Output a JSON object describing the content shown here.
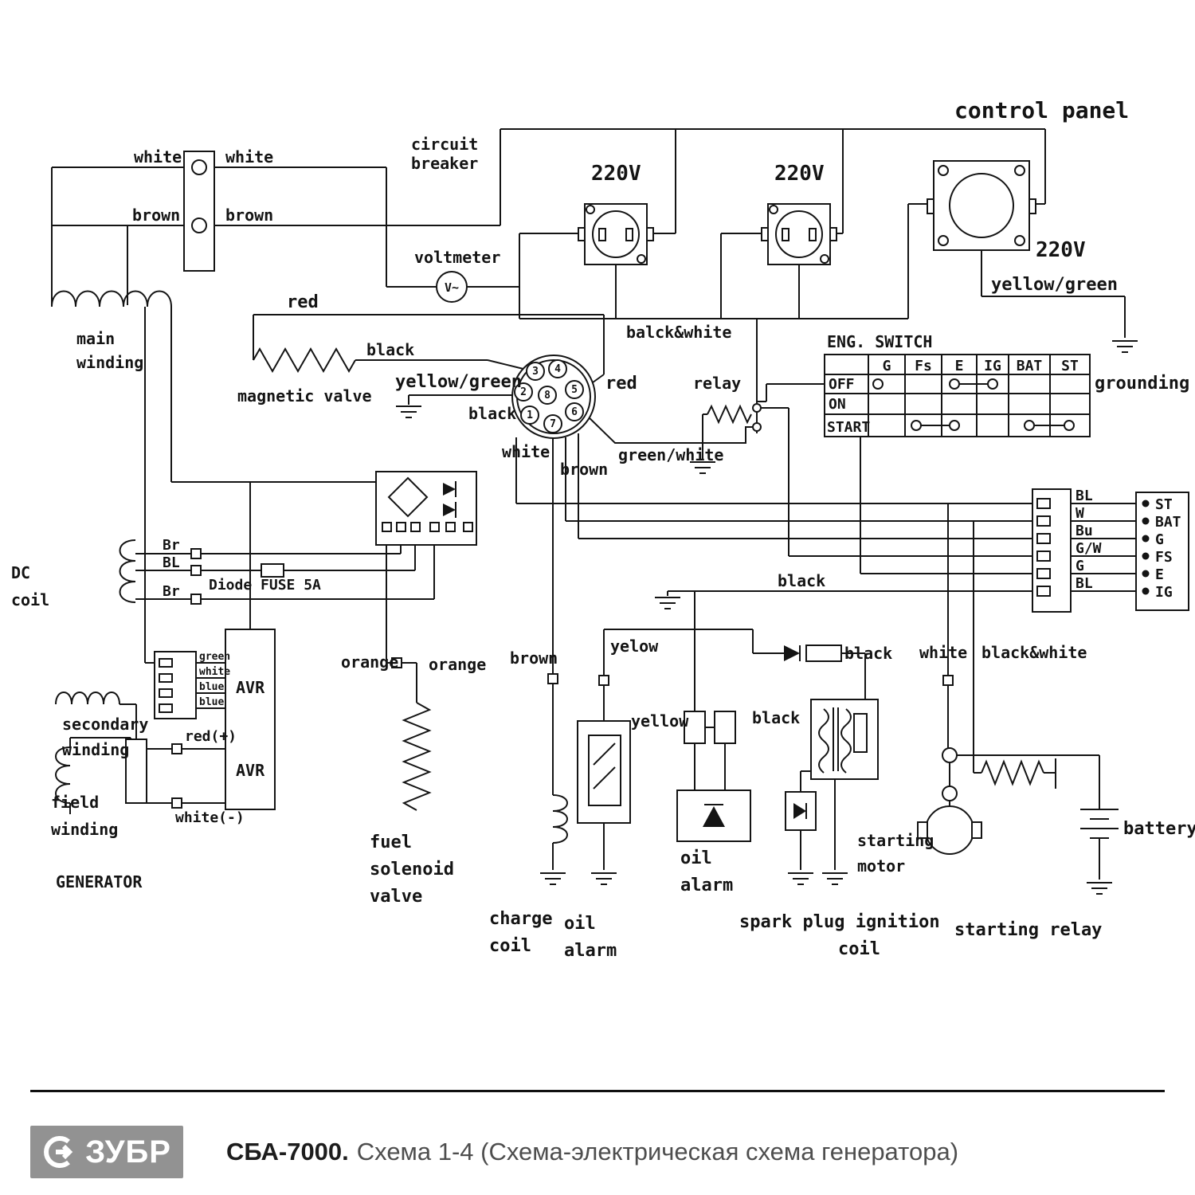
{
  "colors": {
    "ink": "#141414",
    "logo_bg": "#929292"
  },
  "labels": {
    "control_panel": "control panel",
    "white_a": "white",
    "white_b": "white",
    "brown_a": "brown",
    "brown_b": "brown",
    "circuit": "circuit",
    "breaker": "breaker",
    "voltmeter": "voltmeter",
    "volt_symbol": "V~",
    "v220_a": "220V",
    "v220_b": "220V",
    "v220_c": "220V",
    "yellow_green_top": "yellow/green",
    "grounding": "grounding",
    "red_top": "red",
    "black_valve": "black",
    "magnetic_valve": "magnetic valve",
    "yellow_green_mid": "yellow/green",
    "black_conn": "black",
    "white_conn": "white",
    "brown_conn": "brown",
    "red_conn": "red",
    "green_white": "green/white",
    "relay": "relay",
    "balck_white": "balck&white",
    "main_1": "main",
    "main_2": "winding",
    "dc_1": "DC",
    "dc_2": "coil",
    "br_a": "Br",
    "bl": "BL",
    "br_b": "Br",
    "diode_fuse": "Diode FUSE 5A",
    "pin_green": "green",
    "pin_white": "white",
    "pin_blue_1": "blue",
    "pin_blue_2": "blue",
    "avr_a": "AVR",
    "avr_b": "AVR",
    "secondary_1": "secondary",
    "secondary_2": "winding",
    "red_plus": "red(+)",
    "white_minus": "white(-)",
    "field_1": "field",
    "field_2": "winding",
    "generator": "GENERATOR",
    "orange_a": "orange",
    "orange_b": "orange",
    "fuel_1": "fuel",
    "fuel_2": "solenoid",
    "fuel_3": "valve",
    "brown_mid": "brown",
    "charge_1": "charge",
    "charge_2": "coil",
    "oil_sensor_1": "oil",
    "oil_sensor_2": "alarm",
    "yelow": "yelow",
    "yellow_mid": "yellow",
    "black_mid": "black",
    "oil_alarm_1": "oil",
    "oil_alarm_2": "alarm",
    "black_diode": "black",
    "spark_ignition": "spark plug ignition",
    "spark_coil": "coil",
    "black_bus": "black",
    "white_right": "white",
    "black_white_right": "black&white",
    "starting_motor_1": "starting",
    "starting_motor_2": "motor",
    "starting_relay": "starting relay",
    "battery": "battery"
  },
  "eng_switch": {
    "title": "ENG. SWITCH",
    "columns": [
      "G",
      "Fs",
      "E",
      "IG",
      "BAT",
      "ST"
    ],
    "rows": [
      "OFF",
      "ON",
      "START"
    ]
  },
  "connector": {
    "pins": [
      "3",
      "4",
      "2",
      "8",
      "5",
      "1",
      "7",
      "6"
    ]
  },
  "right_block": {
    "wires": [
      "BL",
      "W",
      "Bu",
      "G/W",
      "G",
      "BL"
    ],
    "terminals": [
      "ST",
      "BAT",
      "G",
      "FS",
      "E",
      "IG"
    ]
  },
  "footer": {
    "logo": "ЗУБР",
    "model": "СБА-7000.",
    "subtitle": "Схема 1-4 (Схема-электрическая схема генератора)"
  }
}
